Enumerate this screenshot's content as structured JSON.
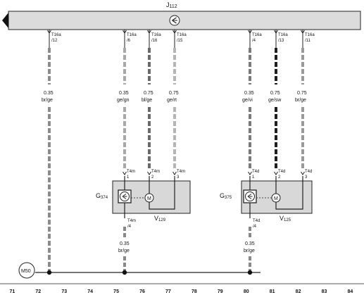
{
  "control_unit": {
    "label_main": "J",
    "label_sub": "112"
  },
  "connector_prefix": "T16a",
  "wires": [
    {
      "id": "w72",
      "pin": "/12",
      "size": "0.35",
      "color": "br/ge",
      "bottom_ref": "M50"
    },
    {
      "id": "w75",
      "pin": "/6",
      "size": "0.35",
      "color": "ge/gn",
      "end_connector": "T4m",
      "end_pin": "1"
    },
    {
      "id": "w76",
      "pin": "/16",
      "size": "0.75",
      "color": "bl/ge",
      "end_connector": "T4m",
      "end_pin": "2"
    },
    {
      "id": "w77",
      "pin": "/15",
      "size": "0.75",
      "color": "ge/rt",
      "end_connector": "T4m",
      "end_pin": "3"
    },
    {
      "id": "w80",
      "pin": "/4",
      "size": "0.35",
      "color": "ge/vi",
      "end_connector": "T4d",
      "end_pin": "1"
    },
    {
      "id": "w81",
      "pin": "/13",
      "size": "0.75",
      "color": "ge/sw",
      "end_connector": "T4d",
      "end_pin": "2"
    },
    {
      "id": "w82",
      "pin": "/11",
      "size": "0.75",
      "color": "br/ge",
      "end_connector": "T4d",
      "end_pin": "3"
    }
  ],
  "components": [
    {
      "id": "left",
      "sensor_main": "G",
      "sensor_sub": "374",
      "motor_main": "V",
      "motor_sub": "129",
      "lower_connector": "T4m",
      "lower_pin": "/4",
      "lower_size": "0.35",
      "lower_color": "br/ge"
    },
    {
      "id": "right",
      "sensor_main": "G",
      "sensor_sub": "375",
      "motor_main": "V",
      "motor_sub": "125",
      "lower_connector": "T4d",
      "lower_pin": "/4",
      "lower_size": "0.35",
      "lower_color": "br/ge"
    }
  ],
  "ground_label": "M50",
  "motor_symbol": "M",
  "current_paths": [
    "71",
    "72",
    "73",
    "74",
    "75",
    "76",
    "77",
    "78",
    "79",
    "80",
    "81",
    "82",
    "83",
    "84"
  ]
}
